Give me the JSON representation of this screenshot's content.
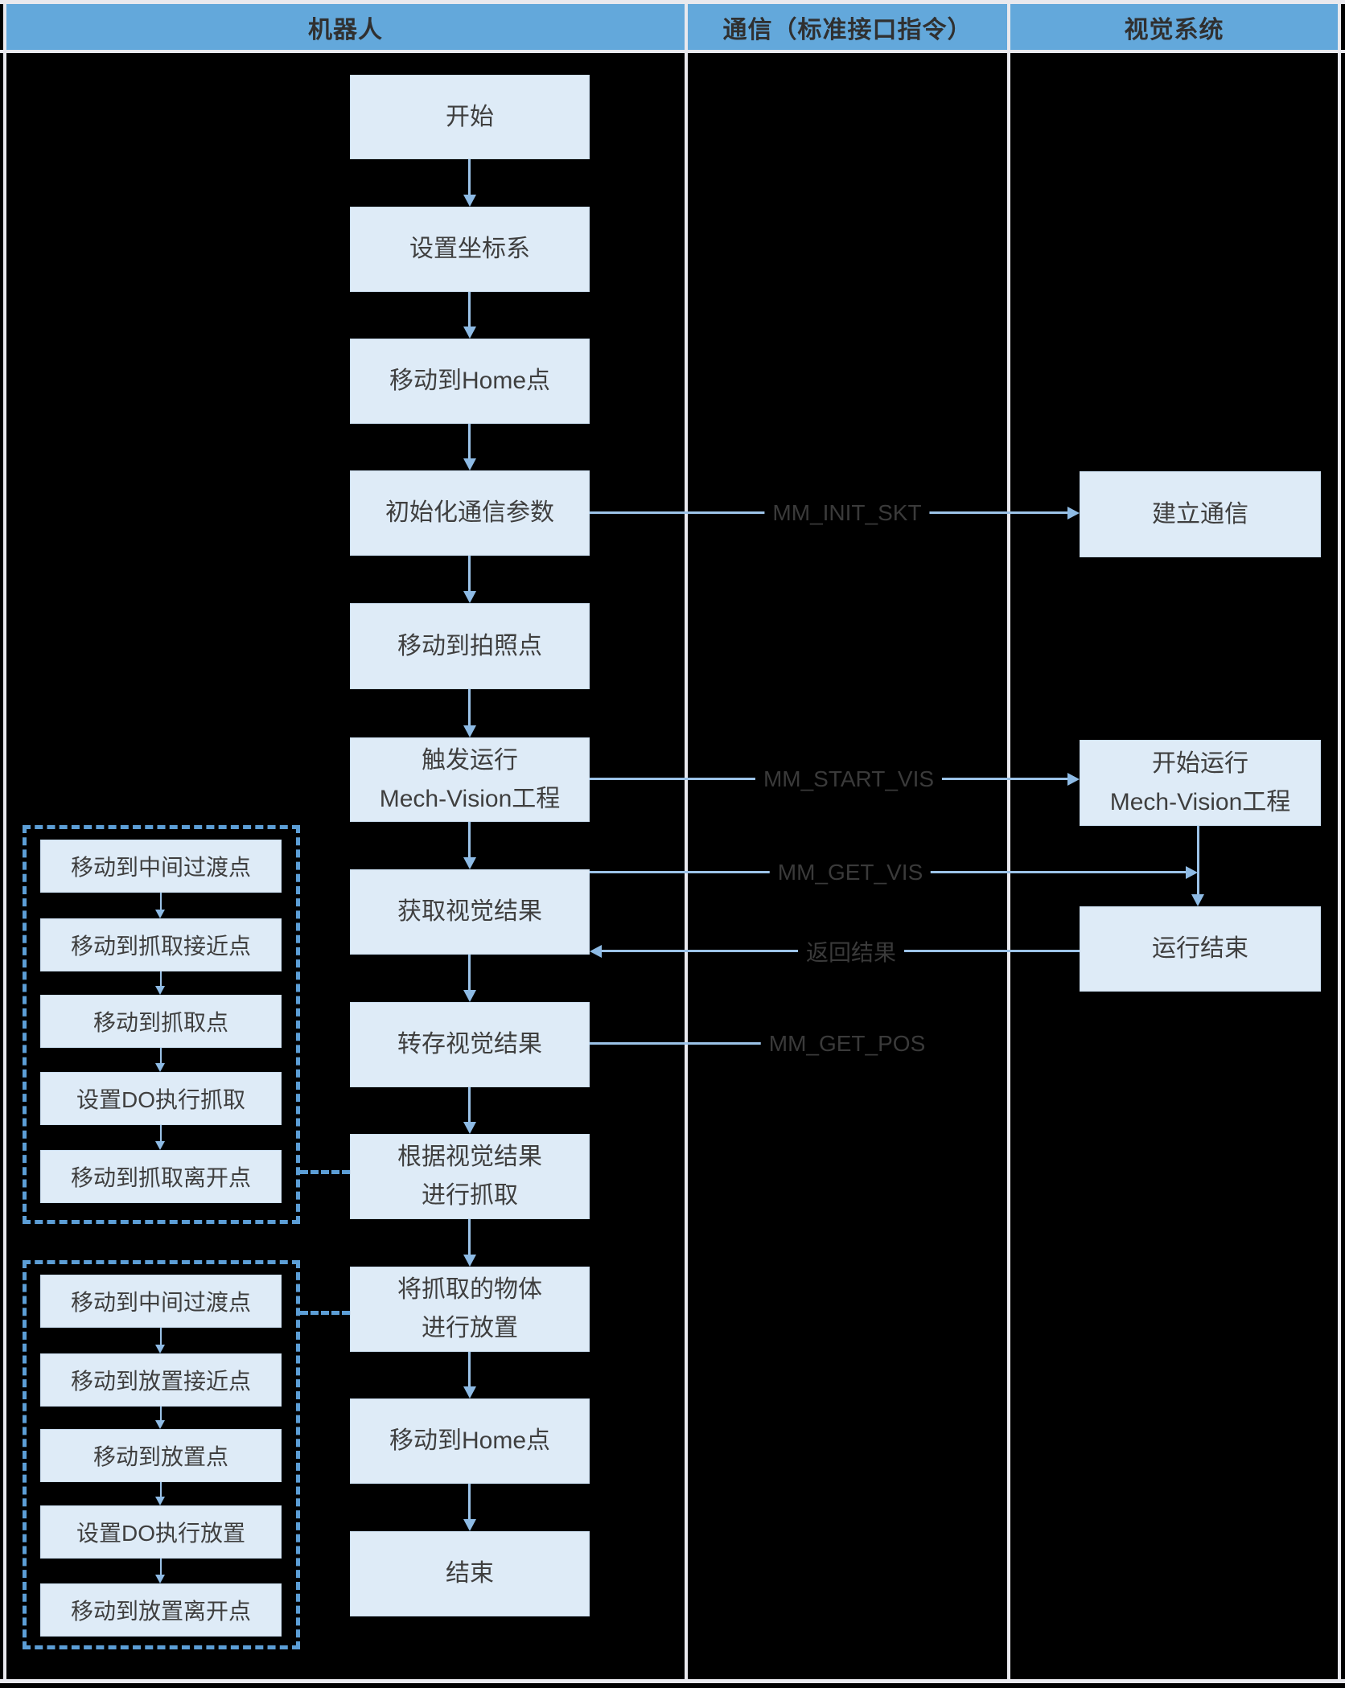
{
  "header": {
    "columns": [
      {
        "label": "机器人"
      },
      {
        "label": "通信（标准接口指令）"
      },
      {
        "label": "视觉系统"
      }
    ]
  },
  "robot_flow": [
    "开始",
    "设置坐标系",
    "移动到Home点",
    "初始化通信参数",
    "移动到拍照点",
    "触发运行\nMech-Vision工程",
    "获取视觉结果",
    "转存视觉结果",
    "根据视觉结果\n进行抓取",
    "将抓取的物体\n进行放置",
    "移动到Home点",
    "结束"
  ],
  "vision_flow": [
    "建立通信",
    "开始运行\nMech-Vision工程",
    "运行结束"
  ],
  "comm_labels": [
    "MM_INIT_SKT",
    "MM_START_VIS",
    "MM_GET_VIS",
    "返回结果",
    "MM_GET_POS"
  ],
  "pick_group": [
    "移动到中间过渡点",
    "移动到抓取接近点",
    "移动到抓取点",
    "设置DO执行抓取",
    "移动到抓取离开点"
  ],
  "place_group": [
    "移动到中间过渡点",
    "移动到放置接近点",
    "移动到放置点",
    "设置DO执行放置",
    "移动到放置离开点"
  ],
  "colors": {
    "header_bg": "#63A8DB",
    "node_fill": "#DEEBF7",
    "flow_line": "#9CC3E8",
    "dashed_group": "#5C9ED6",
    "grid_line": "#E9E9EE",
    "text": "#3F3F3F",
    "background": "#000000"
  }
}
